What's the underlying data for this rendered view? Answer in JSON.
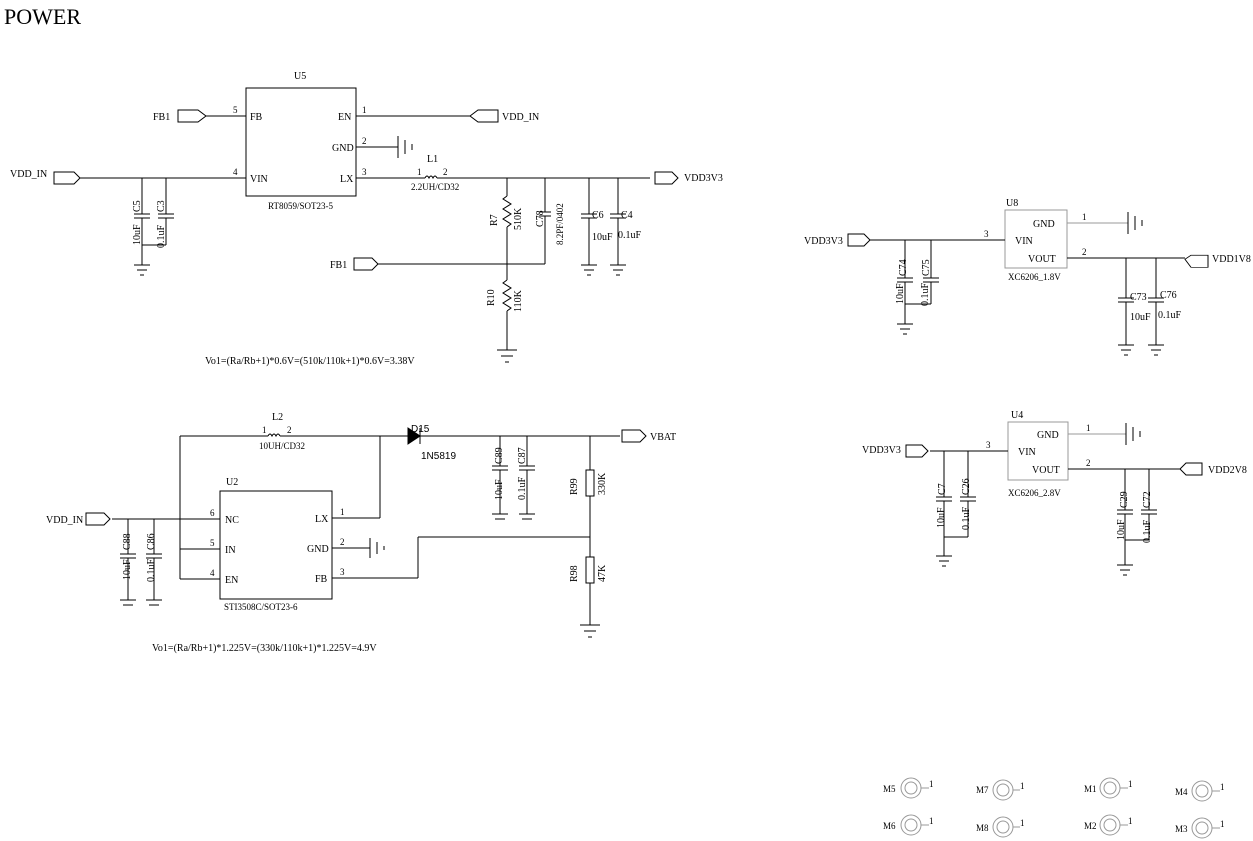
{
  "title": "POWER",
  "ports": {
    "fb1": "FB1",
    "vdd_in": "VDD_IN",
    "vdd3v3": "VDD3V3",
    "vbat": "VBAT",
    "vdd1v8": "VDD1V8",
    "vdd2v8": "VDD2V8"
  },
  "u5": {
    "ref": "U5",
    "part": "RT8059/SOT23-5",
    "pins": [
      {
        "num": "5",
        "name": "FB"
      },
      {
        "num": "4",
        "name": "VIN"
      },
      {
        "num": "1",
        "name": "EN"
      },
      {
        "num": "2",
        "name": "GND"
      },
      {
        "num": "3",
        "name": "LX"
      }
    ]
  },
  "u2": {
    "ref": "U2",
    "part": "STI3508C/SOT23-6",
    "pins": [
      {
        "num": "6",
        "name": "NC"
      },
      {
        "num": "5",
        "name": "IN"
      },
      {
        "num": "4",
        "name": "EN"
      },
      {
        "num": "1",
        "name": "LX"
      },
      {
        "num": "2",
        "name": "GND"
      },
      {
        "num": "3",
        "name": "FB"
      }
    ]
  },
  "u8": {
    "ref": "U8",
    "part": "XC6206_1.8V",
    "pins": [
      {
        "num": "1",
        "name": "GND"
      },
      {
        "num": "3",
        "name": "VIN"
      },
      {
        "num": "2",
        "name": "VOUT"
      }
    ]
  },
  "u4": {
    "ref": "U4",
    "part": "XC6206_2.8V",
    "pins": [
      {
        "num": "1",
        "name": "GND"
      },
      {
        "num": "3",
        "name": "VIN"
      },
      {
        "num": "2",
        "name": "VOUT"
      }
    ]
  },
  "inductors": {
    "l1": {
      "ref": "L1",
      "value": "2.2UH/CD32",
      "p1": "1",
      "p2": "2"
    },
    "l2": {
      "ref": "L2",
      "value": "10UH/CD32",
      "p1": "1",
      "p2": "2"
    }
  },
  "diode": {
    "ref": "D15",
    "value": "1N5819"
  },
  "resistors": {
    "r7": {
      "ref": "R7",
      "value": "510K"
    },
    "r10": {
      "ref": "R10",
      "value": "110K"
    },
    "r99": {
      "ref": "R99",
      "value": "330K"
    },
    "r98": {
      "ref": "R98",
      "value": "47K"
    }
  },
  "capacitors": {
    "c5": {
      "ref": "C5",
      "value": "10uF"
    },
    "c3": {
      "ref": "C3",
      "value": "0.1uF"
    },
    "c78": {
      "ref": "C78",
      "value": "8.2PF/0402"
    },
    "c6": {
      "ref": "C6",
      "value": "10uF"
    },
    "c4": {
      "ref": "C4",
      "value": "0.1uF"
    },
    "c89": {
      "ref": "C89",
      "value": "10uF"
    },
    "c87": {
      "ref": "C87",
      "value": "0.1uF"
    },
    "c88": {
      "ref": "C88",
      "value": "10uF"
    },
    "c86": {
      "ref": "C86",
      "value": "0.1uF"
    },
    "c74": {
      "ref": "C74",
      "value": "10uF"
    },
    "c75": {
      "ref": "C75",
      "value": "0.1uF"
    },
    "c73": {
      "ref": "C73",
      "value": "10uF"
    },
    "c76": {
      "ref": "C76",
      "value": "0.1uF"
    },
    "c7": {
      "ref": "C7",
      "value": "10uF"
    },
    "c26": {
      "ref": "C26",
      "value": "0.1uF"
    },
    "c29": {
      "ref": "C29",
      "value": "10uF"
    },
    "c72": {
      "ref": "C72",
      "value": "0.1uF"
    }
  },
  "formulas": {
    "buck": "Vo1=(Ra/Rb+1)*0.6V=(510k/110k+1)*0.6V=3.38V",
    "boost": "Vo1=(Ra/Rb+1)*1.225V=(330k/110k+1)*1.225V=4.9V"
  },
  "mounting_holes": [
    {
      "ref": "M5",
      "pin": "1"
    },
    {
      "ref": "M7",
      "pin": "1"
    },
    {
      "ref": "M1",
      "pin": "1"
    },
    {
      "ref": "M4",
      "pin": "1"
    },
    {
      "ref": "M6",
      "pin": "1"
    },
    {
      "ref": "M8",
      "pin": "1"
    },
    {
      "ref": "M2",
      "pin": "1"
    },
    {
      "ref": "M3",
      "pin": "1"
    }
  ]
}
